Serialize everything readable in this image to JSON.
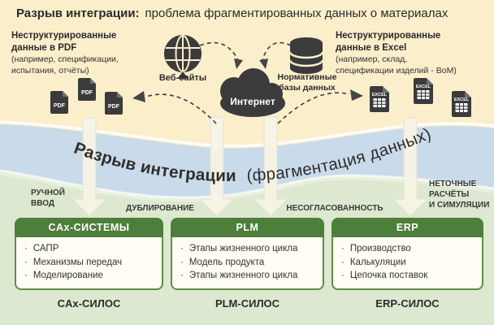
{
  "title": {
    "emphasis": "Разрыв интеграции:",
    "rest": "проблема фрагментированных данных о материалах"
  },
  "pdf_source": {
    "heading": "Неструктурированные\nданные в PDF",
    "note": "(например, спецификации,\nиспытания, отчёты)",
    "files": [
      "PDF",
      "PDF",
      "PDF"
    ]
  },
  "excel_source": {
    "heading": "Неструктурированные\nданные в Excel",
    "note": "(например, склад,\nспецификации изделий - BoM)",
    "files": [
      "EXCEL",
      "EXCEL",
      "EXCEL"
    ]
  },
  "hub": {
    "websites_label": "Веб-сайты",
    "internet_label": "Интернет",
    "databases_label": "Нормативные\nбазы данных"
  },
  "gap_banner": {
    "emphasis": "Разрыв интеграции",
    "rest": "(фрагментация данных)"
  },
  "problems": {
    "manual_input": "РУЧНОЙ\nВВОД",
    "duplication": "ДУБЛИРОВАНИЕ",
    "inconsistency": "НЕСОГЛАСОВАННОСТЬ",
    "inaccurate": "НЕТОЧНЫЕ\nРАСЧЁТЫ\nИ СИМУЛЯЦИИ"
  },
  "silos": [
    {
      "header": "CAx-СИСТЕМЫ",
      "items": [
        "САПР",
        "Механизмы передач",
        "Моделирование"
      ],
      "footer": "CAx-СИЛОС"
    },
    {
      "header": "PLM",
      "items": [
        "Этапы жизненного цикла",
        "Модель продукта",
        "Этапы жизненного цикла"
      ],
      "footer": "PLM-СИЛОС"
    },
    {
      "header": "ERP",
      "items": [
        "Производство",
        "Калькуляции",
        "Цепочка поставок"
      ],
      "footer": "ERP-СИЛОС"
    }
  ],
  "colors": {
    "background_cream": "#fbeecb",
    "river_blue": "#c9daea",
    "ground_green": "#dde8d0",
    "box_header_green": "#4e7e3b",
    "box_border_green": "#5f8d48",
    "icon_dark": "#3b3b3b",
    "pale_arrow": "#f6f3e5"
  }
}
